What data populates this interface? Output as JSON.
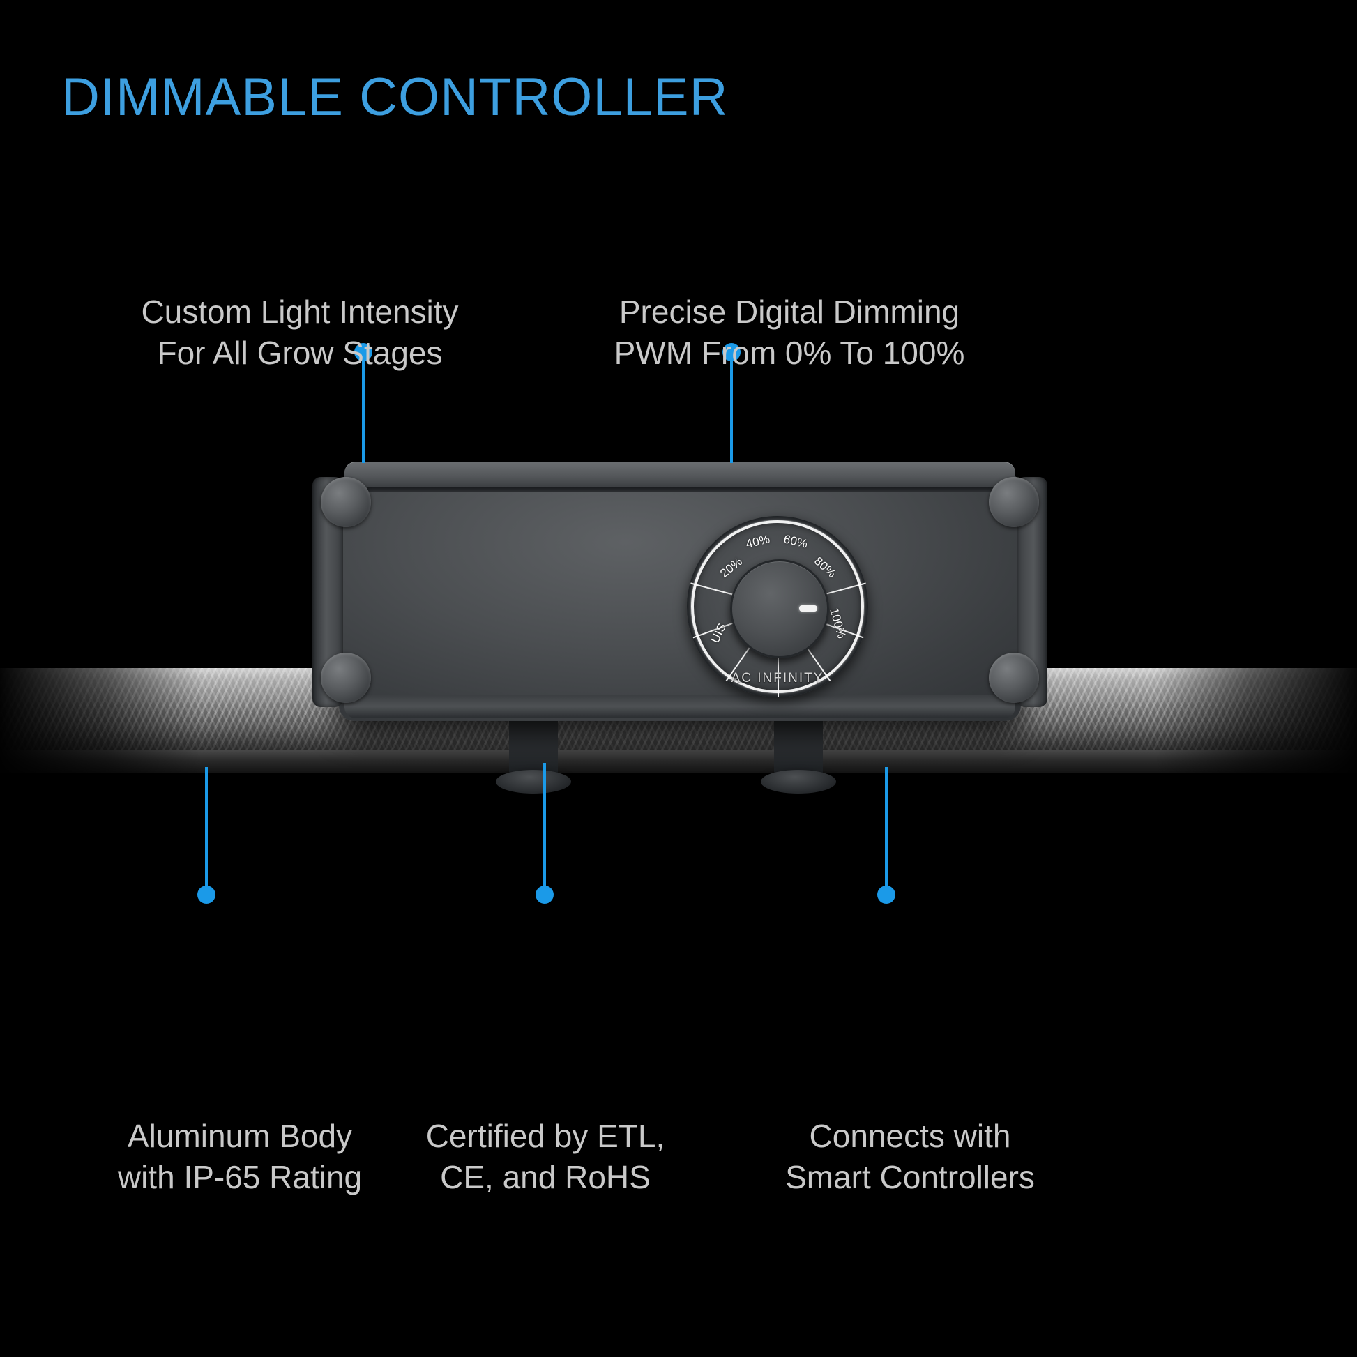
{
  "title": "DIMMABLE CONTROLLER",
  "colors": {
    "accent": "#1b9ae8",
    "title": "#3d9fe0",
    "text": "#c9c9c9",
    "background": "#000000"
  },
  "callouts": [
    {
      "id": "custom-light-intensity",
      "line1": "Custom Light Intensity",
      "line2": "For All Grow Stages",
      "position": "top-left"
    },
    {
      "id": "precise-digital-dimming",
      "line1": "Precise Digital Dimming",
      "line2": "PWM From 0% To 100%",
      "position": "top-right"
    },
    {
      "id": "aluminum-body",
      "line1": "Aluminum Body",
      "line2": "with IP-65 Rating",
      "position": "bottom-left"
    },
    {
      "id": "certifications",
      "line1": "Certified by ETL,",
      "line2": "CE, and RoHS",
      "position": "bottom-middle"
    },
    {
      "id": "smart-controllers",
      "line1": "Connects with",
      "line2": "Smart Controllers",
      "position": "bottom-right"
    }
  ],
  "device": {
    "brand": "AC INFINITY",
    "dial": {
      "segments": [
        "UIS",
        "20%",
        "40%",
        "60%",
        "80%",
        "100%"
      ]
    }
  }
}
